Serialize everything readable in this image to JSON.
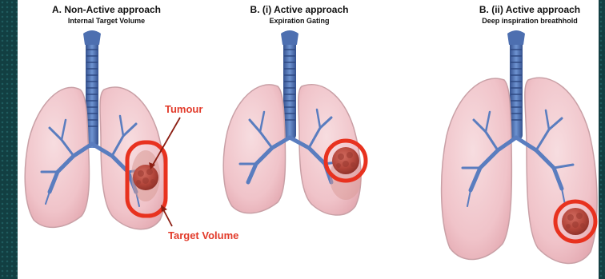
{
  "panels": [
    {
      "title": "A.  Non-Active approach",
      "subtitle": "Internal Target Volume"
    },
    {
      "title": "B. (i) Active approach",
      "subtitle": "Expiration Gating"
    },
    {
      "title": "B. (ii) Active approach",
      "subtitle": "Deep inspiration breathhold"
    }
  ],
  "labels": {
    "tumour": "Tumour",
    "target_volume": "Target Volume"
  },
  "colors": {
    "lung_fill": "#f2cdd2",
    "lung_stroke": "#c9a0a6",
    "airway": "#5a7dbf",
    "airway_dark": "#35528f",
    "tumour": "#b3463b",
    "highlight": "#e8321f",
    "label": "#e23b2b",
    "background": "#123f42"
  },
  "icons": [
    "trachea-icon",
    "lung-icon",
    "tumour-icon",
    "bronchi-icon"
  ]
}
